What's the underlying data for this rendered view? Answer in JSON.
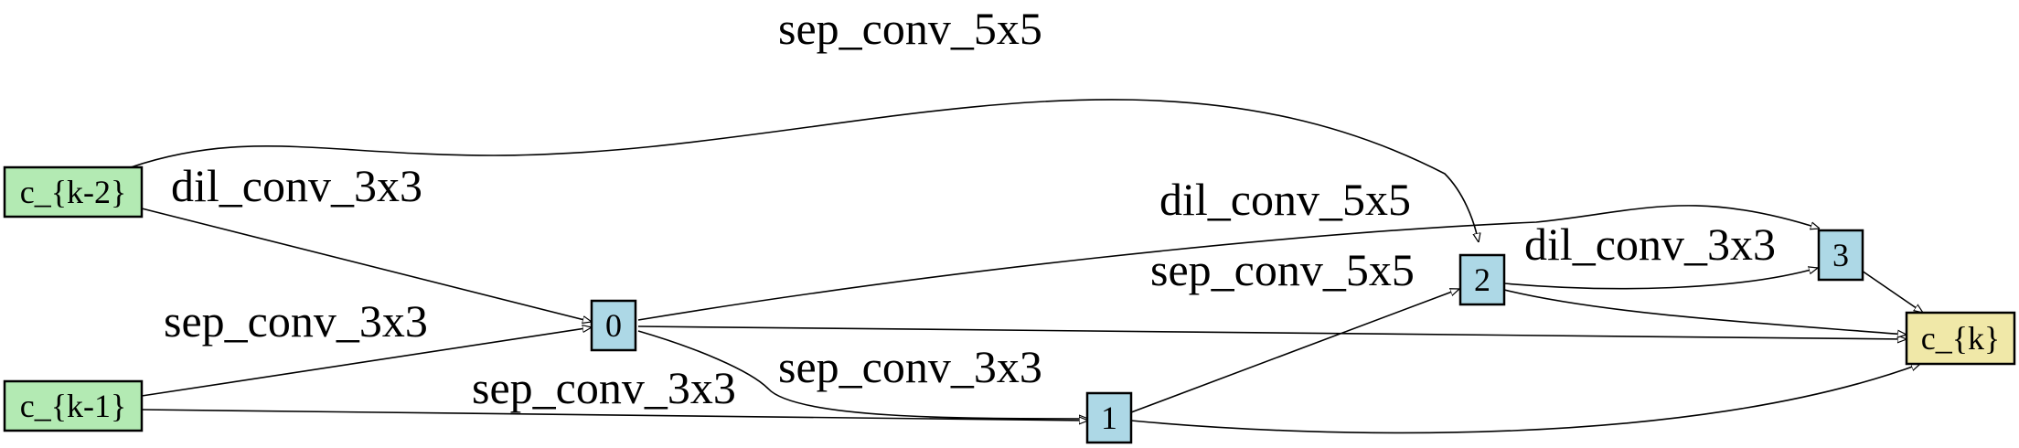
{
  "colors": {
    "input_node": "#b3eab3",
    "intermediate_node": "#add8e6",
    "output_node": "#f0e8a8",
    "edge": "#000000"
  },
  "nodes": {
    "ck2": {
      "label": "c_{k-2}"
    },
    "ck1": {
      "label": "c_{k-1}"
    },
    "n0": {
      "label": "0"
    },
    "n1": {
      "label": "1"
    },
    "n2": {
      "label": "2"
    },
    "n3": {
      "label": "3"
    },
    "ck": {
      "label": "c_{k}"
    }
  },
  "edges": [
    {
      "from": "c_{k-2}",
      "to": "2",
      "op": "sep_conv_5x5"
    },
    {
      "from": "c_{k-2}",
      "to": "0",
      "op": "dil_conv_3x3"
    },
    {
      "from": "0",
      "to": "3",
      "op": "dil_conv_5x5"
    },
    {
      "from": "1",
      "to": "2",
      "op": "sep_conv_5x5"
    },
    {
      "from": "2",
      "to": "3",
      "op": "dil_conv_3x3"
    },
    {
      "from": "c_{k-1}",
      "to": "0",
      "op": "sep_conv_3x3"
    },
    {
      "from": "0",
      "to": "1",
      "op": "sep_conv_3x3"
    },
    {
      "from": "c_{k-1}",
      "to": "1",
      "op": "sep_conv_3x3"
    },
    {
      "from": "0",
      "to": "c_{k}",
      "op": ""
    },
    {
      "from": "1",
      "to": "c_{k}",
      "op": ""
    },
    {
      "from": "2",
      "to": "c_{k}",
      "op": ""
    },
    {
      "from": "3",
      "to": "c_{k}",
      "op": ""
    }
  ]
}
